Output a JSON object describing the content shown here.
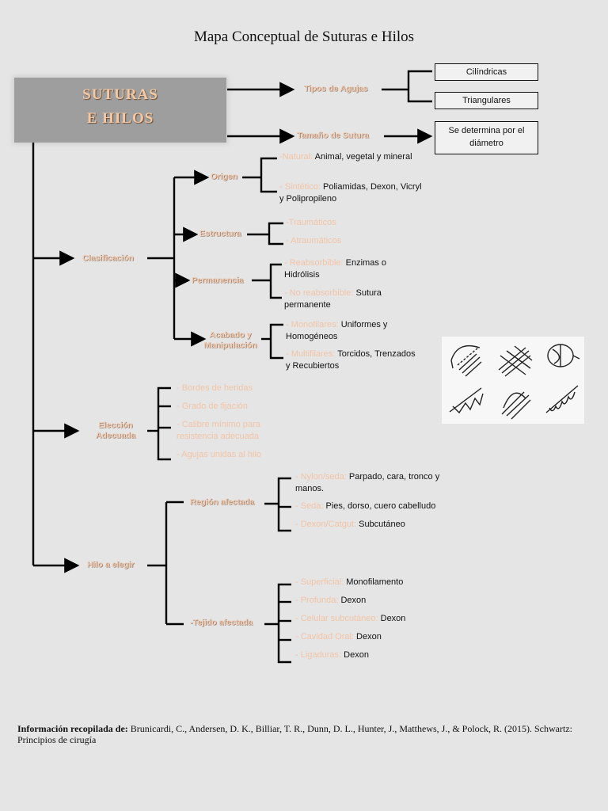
{
  "title": "Mapa Conceptual de Suturas e Hilos",
  "main": {
    "line1": "SUTURAS",
    "line2": "E HILOS"
  },
  "branches": {
    "tipos": {
      "label": "Tipos de Agujas",
      "boxes": [
        "Cilíndricas",
        "Triangulares"
      ]
    },
    "tamano": {
      "label": "Tamaño de Sutura",
      "box": "Se determina por el diámetro"
    },
    "clasificacion": {
      "label": "Clasificación",
      "origen": {
        "label": "Origen",
        "items": [
          {
            "key": "-Natural:",
            "text": " Animal, vegetal y mineral"
          },
          {
            "key": "- Sintético:",
            "text": " Poliamidas, Dexon, Vicryl y Polipropileno"
          }
        ]
      },
      "estructura": {
        "label": "Estructura",
        "items": [
          {
            "key": "-Traumáticos",
            "text": ""
          },
          {
            "key": "- Atraumáticos",
            "text": ""
          }
        ]
      },
      "permanencia": {
        "label": "Permanencia",
        "items": [
          {
            "key": "- Reabsorbible:",
            "text": " Enzimas o Hidrólisis"
          },
          {
            "key": "- No reabsorbible:",
            "text": " Sutura permanente"
          }
        ]
      },
      "acabado": {
        "label1": "Acabado y",
        "label2": "Manipulación",
        "items": [
          {
            "key": "- Monofilares:",
            "text": " Uniformes y Homogéneos"
          },
          {
            "key": "- Multifilares:",
            "text": " Torcidos, Trenzados y Recubiertos"
          }
        ]
      }
    },
    "eleccion": {
      "label1": "Elección",
      "label2": "Adecuada",
      "items": [
        {
          "key": "- Bordes de heridas",
          "text": ""
        },
        {
          "key": "- Grado de fijación",
          "text": ""
        },
        {
          "key": "- Calibre mínimo para resistencia adecuada",
          "text": ""
        },
        {
          "key": "- Agujas unidas al hilo",
          "text": ""
        }
      ]
    },
    "hilo": {
      "label": "Hilo a elegir",
      "region": {
        "label": "Región afectada",
        "items": [
          {
            "key": "- Nylon/seda:",
            "text": " Parpado, cara, tronco y manos."
          },
          {
            "key": "- Seda:",
            "text": " Pies, dorso, cuero cabelludo"
          },
          {
            "key": "- Dexon/Catgut:",
            "text": " Subcutáneo"
          }
        ]
      },
      "tejido": {
        "label": "-Tejido afectada",
        "items": [
          {
            "key": "- Superficial:",
            "text": " Monofilamento"
          },
          {
            "key": "- Profunda:",
            "text": " Dexon"
          },
          {
            "key": "- Celular subcutáneo:",
            "text": " Dexon"
          },
          {
            "key": "- Cavidad Oral:",
            "text": " Dexon"
          },
          {
            "key": "- Ligaduras:",
            "text": " Dexon"
          }
        ]
      }
    }
  },
  "reference": {
    "bold": "Información recopilada de:",
    "text": " Brunicardi, C., Andersen, D. K., Billiar, T. R., Dunn, D. L., Hunter, J., Matthews, J., & Polock, R. (2015). Schwartz: Principios de cirugía"
  }
}
